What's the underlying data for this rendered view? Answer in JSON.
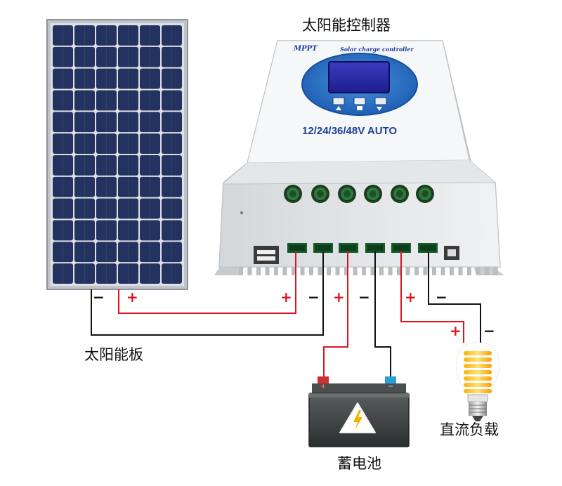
{
  "labels": {
    "controller": "太阳能控制器",
    "panel": "太阳能板",
    "battery": "蓄电池",
    "load": "直流负载"
  },
  "controller": {
    "brand": "MPPT",
    "product": "Solar charge controller",
    "voltage": "12/24/36/48V AUTO"
  },
  "terminal_signs": {
    "panel_minus": "−",
    "panel_plus": "+",
    "ctrl_pv_plus": "+",
    "ctrl_pv_minus": "−",
    "ctrl_bat_plus": "+",
    "ctrl_bat_minus": "−",
    "ctrl_load_plus": "+",
    "ctrl_load_minus": "−",
    "load_plus": "+",
    "load_minus": "−"
  },
  "colors": {
    "positive_wire": "#e0141e",
    "negative_wire": "#111111",
    "panel_cell": "#24325f",
    "controller_body": "#eceeef",
    "display_ring": "#2a6fc4",
    "battery_body": "#3c3f3f"
  },
  "icons": [
    "solar-panel-icon",
    "controller-icon",
    "battery-icon",
    "warning-bolt-icon",
    "bulb-icon",
    "usb-port-icon"
  ]
}
